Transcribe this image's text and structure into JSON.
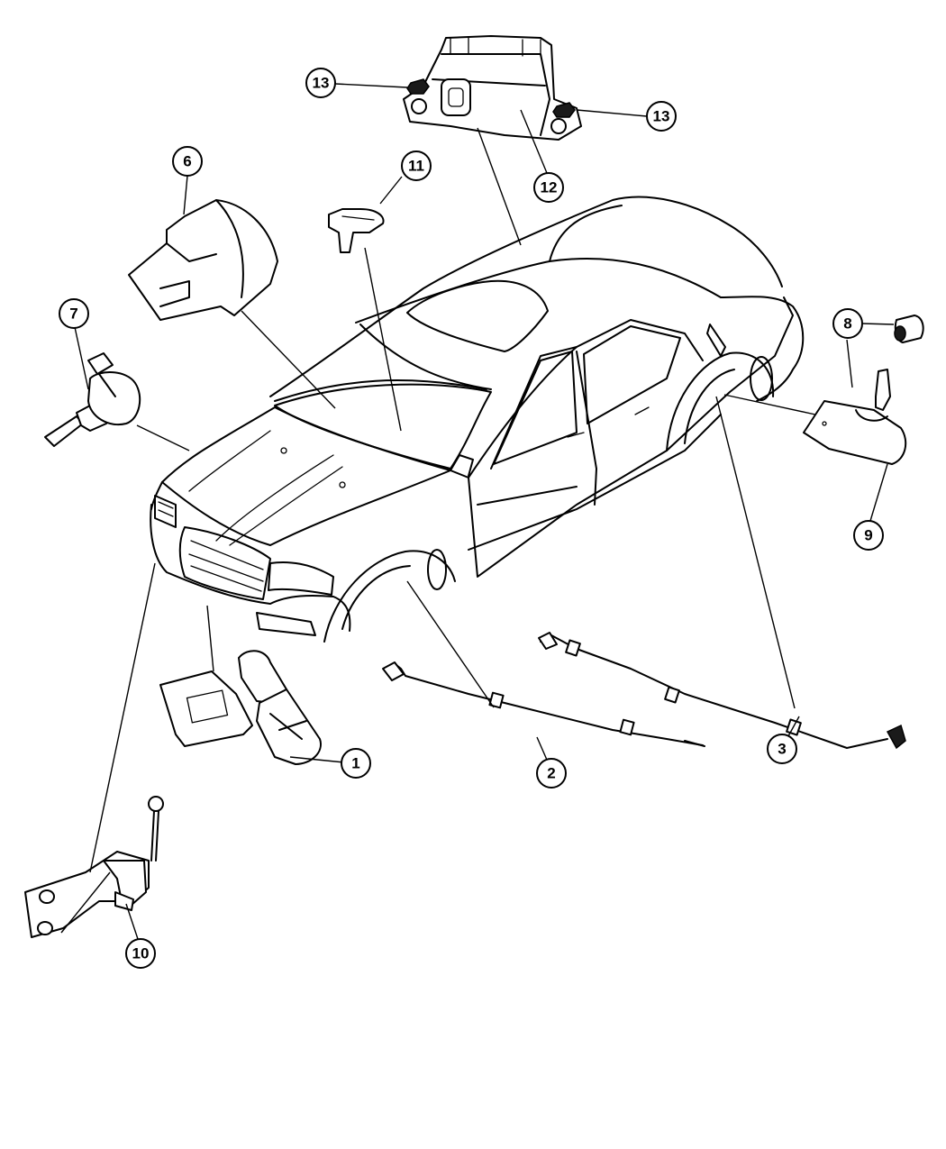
{
  "callouts": {
    "c1": "1",
    "c2": "2",
    "c3": "3",
    "c6": "6",
    "c7": "7",
    "c8": "8",
    "c9": "9",
    "c10": "10",
    "c11": "11",
    "c12": "12",
    "c13a": "13",
    "c13b": "13"
  }
}
